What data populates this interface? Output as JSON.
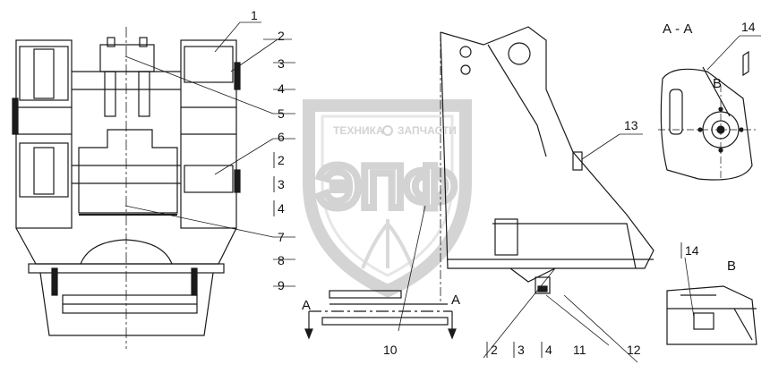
{
  "watermark": {
    "brand_text": "ТЕХНИКА",
    "brand_text2": "ЗАПЧАСТИ",
    "logo_letters": "ЭПФ",
    "color": "#d9d9d9"
  },
  "views": {
    "section": "А - А",
    "detail": "В",
    "detail_inline": "В",
    "cut_left": "А",
    "cut_right": "А"
  },
  "callouts": {
    "c1": "1",
    "c2": "2",
    "c3": "3",
    "c4": "4",
    "c5": "5",
    "c6": "6",
    "c2b": "2",
    "c3b": "3",
    "c4b": "4",
    "c7": "7",
    "c8": "8",
    "c9": "9",
    "c10": "10",
    "c11": "11",
    "c12": "12",
    "c13": "13",
    "c14": "14",
    "c14b": "14",
    "b2": "2",
    "b3": "3",
    "b4": "4"
  },
  "colors": {
    "line": "#1a1a1a",
    "paper": "#ffffff"
  }
}
